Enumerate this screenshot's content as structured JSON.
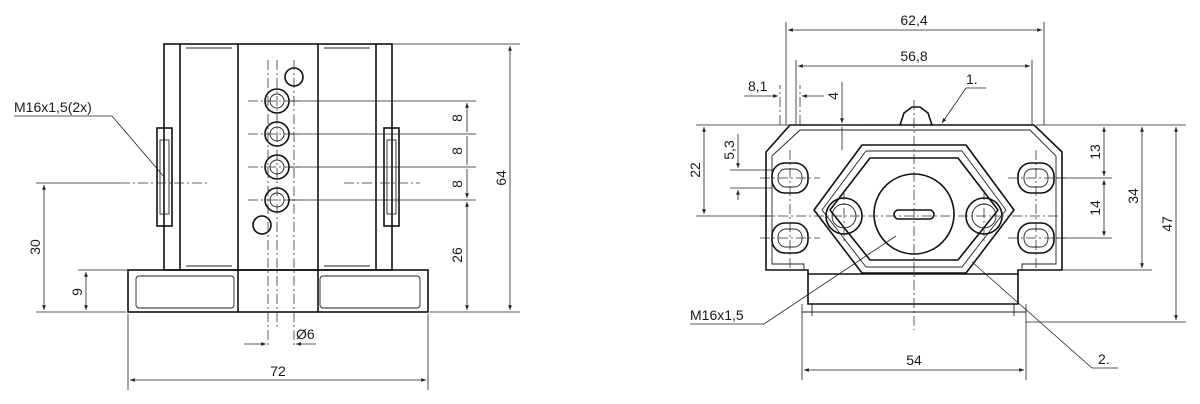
{
  "front_view": {
    "thread_label": "M16x1,5(2x)",
    "dim_width": "72",
    "dim_height": "64",
    "dim_pitch": [
      "8",
      "8",
      "8"
    ],
    "dim_lower": "26",
    "dim_center_height": "30",
    "dim_base": "9",
    "dim_diameter": "Ø6"
  },
  "side_view": {
    "dim_outer_width": "62,4",
    "dim_inner_width": "56,8",
    "dim_small": "8,1",
    "dim_four": "4",
    "dim_22": "22",
    "dim_53": "5,3",
    "dim_13": "13",
    "dim_14": "14",
    "dim_34": "34",
    "dim_47": "47",
    "dim_54": "54",
    "thread_label": "M16x1,5",
    "callout_1": "1.",
    "callout_2": "2."
  }
}
